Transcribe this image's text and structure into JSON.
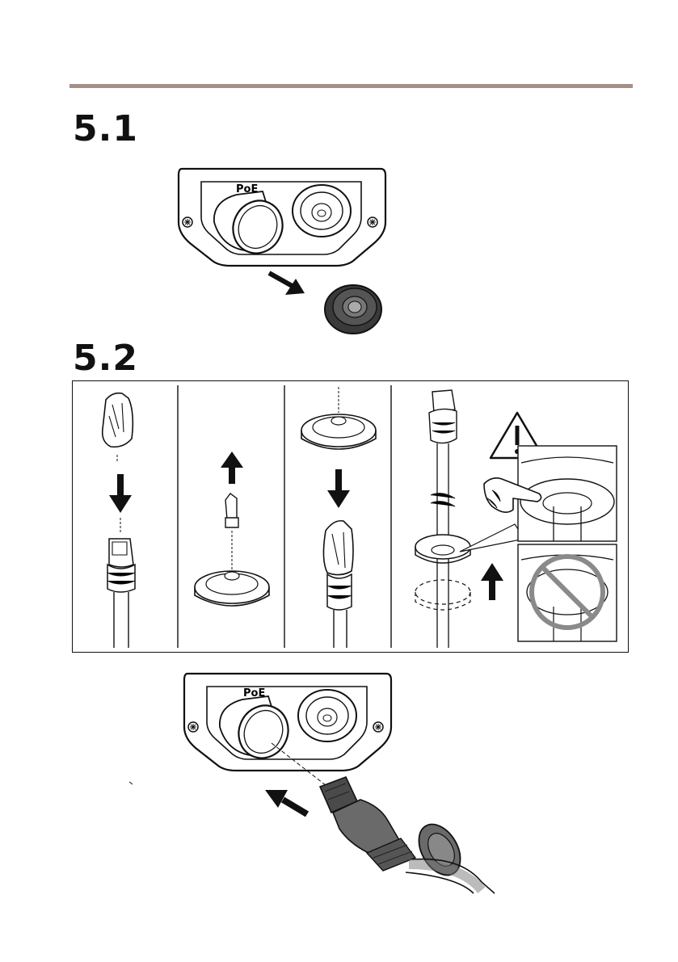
{
  "section_1": {
    "number": "5.1",
    "port_label": "PoE"
  },
  "section_2": {
    "number": "5.2",
    "port_label": "PoE"
  },
  "icons": [
    "warning-icon",
    "pointing-hand-icon",
    "prohibited-icon",
    "arrow-icon"
  ]
}
